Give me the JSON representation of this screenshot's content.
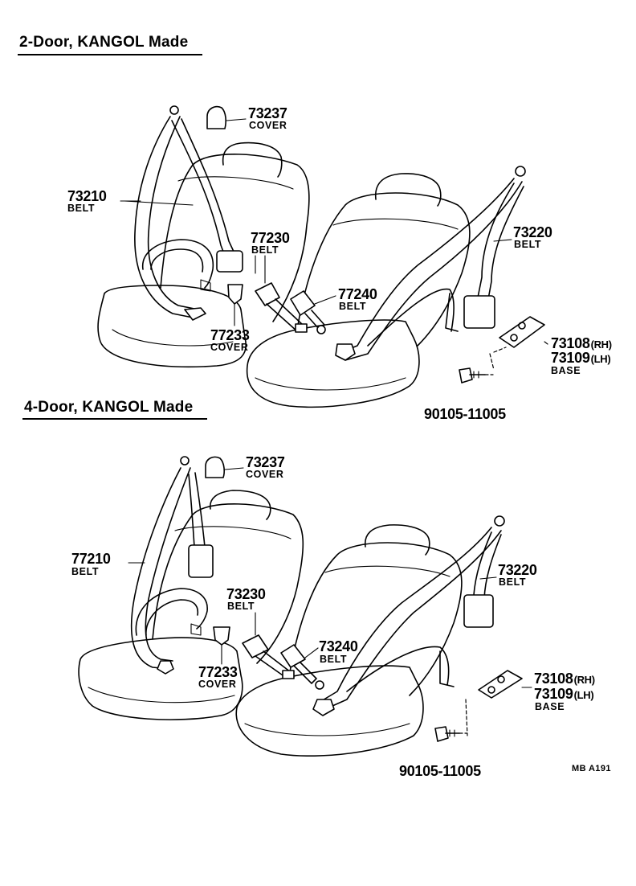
{
  "sections": [
    {
      "heading": "2-Door, KANGOL Made",
      "parts": {
        "cover_top": {
          "number": "73237",
          "name": "COVER"
        },
        "belt_left": {
          "number": "73210",
          "name": "BELT"
        },
        "buckle_a": {
          "number": "77230",
          "name": "BELT"
        },
        "buckle_b": {
          "number": "77240",
          "name": "BELT"
        },
        "cover_buckle": {
          "number": "77233",
          "name": "COVER"
        },
        "belt_right": {
          "number": "73220",
          "name": "BELT"
        },
        "base_rh": {
          "number": "73108",
          "side": "(RH)"
        },
        "base_lh": {
          "number": "73109",
          "side": "(LH)",
          "name": "BASE"
        },
        "bolt": {
          "number": "90105-11005"
        }
      }
    },
    {
      "heading": "4-Door, KANGOL Made",
      "parts": {
        "cover_top": {
          "number": "73237",
          "name": "COVER"
        },
        "belt_left": {
          "number": "77210",
          "name": "BELT"
        },
        "buckle_a": {
          "number": "73230",
          "name": "BELT"
        },
        "buckle_b": {
          "number": "73240",
          "name": "BELT"
        },
        "cover_buckle": {
          "number": "77233",
          "name": "COVER"
        },
        "belt_right": {
          "number": "73220",
          "name": "BELT"
        },
        "base_rh": {
          "number": "73108",
          "side": "(RH)"
        },
        "base_lh": {
          "number": "73109",
          "side": "(LH)",
          "name": "BASE"
        },
        "bolt": {
          "number": "90105-11005"
        }
      }
    }
  ],
  "reference_code": "MB A191"
}
